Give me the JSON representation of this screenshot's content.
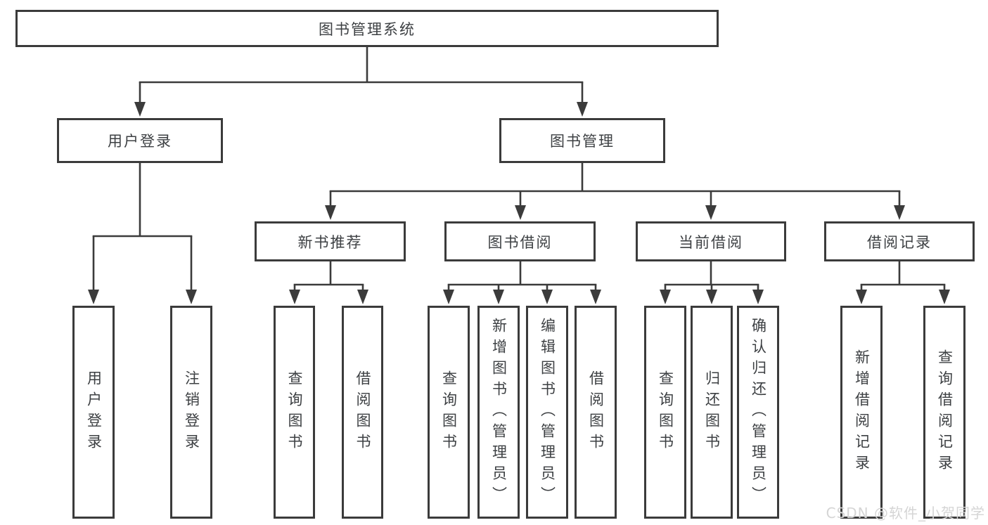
{
  "watermark": "CSDN @软件_小贺同学",
  "tree": {
    "label": "图书管理系统",
    "children": [
      {
        "label": "用户登录",
        "children": [
          {
            "label": "用户登录"
          },
          {
            "label": "注销登录"
          }
        ]
      },
      {
        "label": "图书管理",
        "children": [
          {
            "label": "新书推荐",
            "children": [
              {
                "label": "查询图书"
              },
              {
                "label": "借阅图书"
              }
            ]
          },
          {
            "label": "图书借阅",
            "children": [
              {
                "label": "查询图书"
              },
              {
                "label": "新增图书（管理员）"
              },
              {
                "label": "编辑图书（管理员）"
              },
              {
                "label": "借阅图书"
              }
            ]
          },
          {
            "label": "当前借阅",
            "children": [
              {
                "label": "查询图书"
              },
              {
                "label": "归还图书"
              },
              {
                "label": "确认归还（管理员）"
              }
            ]
          },
          {
            "label": "借阅记录",
            "children": [
              {
                "label": "新增借阅记录"
              },
              {
                "label": "查询借阅记录"
              }
            ]
          }
        ]
      }
    ]
  },
  "colors": {
    "line": "#3b3b3b",
    "border": "#3b3b3b",
    "text": "#3d4043",
    "watermark": "#d5d5d5",
    "background": "#ffffff"
  }
}
